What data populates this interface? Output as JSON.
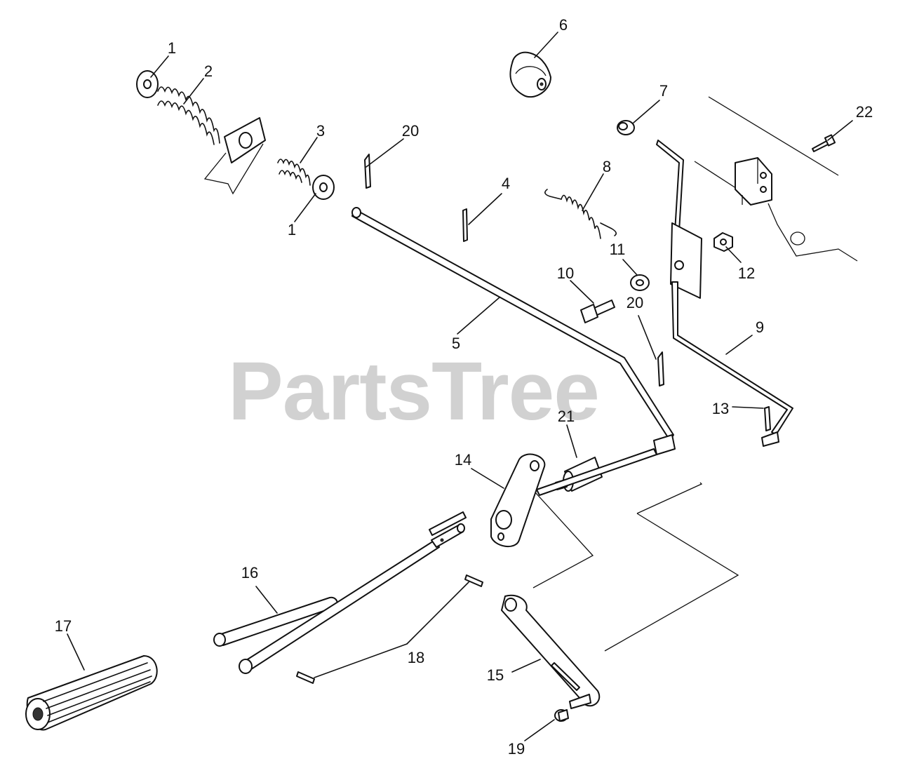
{
  "watermark": "PartsTree",
  "callouts": [
    "1",
    "2",
    "3",
    "1",
    "4",
    "5",
    "6",
    "7",
    "8",
    "9",
    "10",
    "11",
    "12",
    "13",
    "14",
    "15",
    "16",
    "17",
    "18",
    "19",
    "20",
    "20",
    "21",
    "22"
  ]
}
